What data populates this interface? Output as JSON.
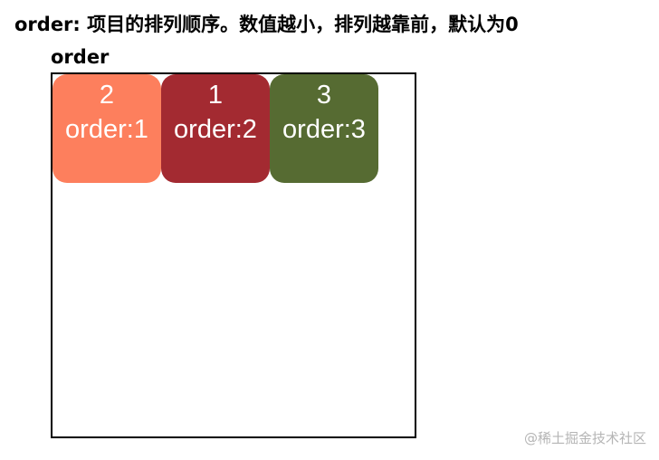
{
  "title": "order: 项目的排列顺序。数值越小，排列越靠前，默认为0",
  "section_label": "order",
  "items": [
    {
      "number": "2",
      "order_label": "order:1",
      "color": "#fd7f5d"
    },
    {
      "number": "1",
      "order_label": "order:2",
      "color": "#a32a31"
    },
    {
      "number": "3",
      "order_label": "order:3",
      "color": "#566b32"
    }
  ],
  "watermark": "@稀土掘金技术社区"
}
